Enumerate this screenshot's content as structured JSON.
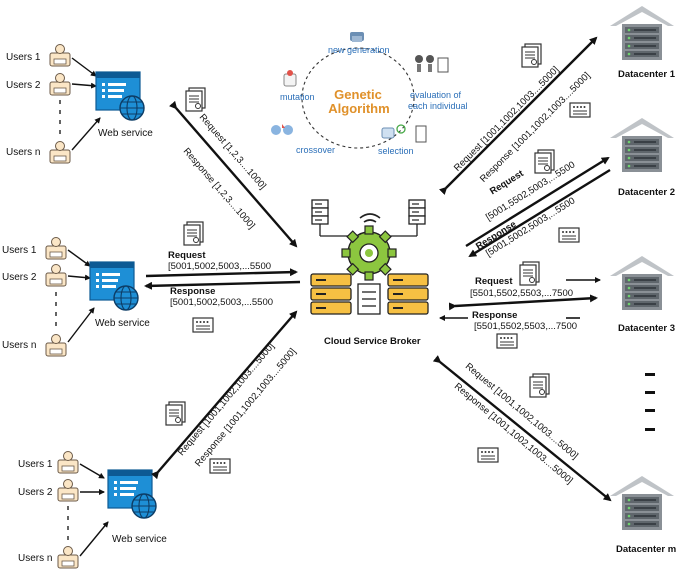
{
  "users": {
    "group1": [
      "Users 1",
      "Users 2",
      "Users n"
    ],
    "group2": [
      "Users 1",
      "Users 2",
      "Users n"
    ],
    "group3": [
      "Users 1",
      "Users 2",
      "Users n"
    ]
  },
  "web_service_label": "Web service",
  "broker_label": "Cloud Service Broker",
  "genetic_algorithm": {
    "title_line1": "Genetic",
    "title_line2": "Algorithm",
    "new_generation": "new generation",
    "mutation": "mutation",
    "evaluation_line1": "evaluation of",
    "evaluation_line2": "each individual",
    "crossover": "crossover",
    "selection": "selection"
  },
  "datacenters": [
    "Datacenter 1",
    "Datacenter 2",
    "Datacenter 3",
    "Datacenter m"
  ],
  "flows": {
    "ws1_request": "Request [1,2,3....1000]",
    "ws1_response": "Response [1,2,3....1000]",
    "ws2_request_l1": "Request",
    "ws2_request_l2": "[5001,5002,5003,...5500",
    "ws2_response_l1": "Response",
    "ws2_response_l2": "[5001,5002,5003,...5500",
    "ws3_request": "Request [1001,1002,1003....5000]",
    "ws3_response": "Response [1001,1002,1003....5000]",
    "dc1_request": "Request [1001,1002,1003....5000]",
    "dc1_response": "Response [1001,1002,1003....5000]",
    "dc2_request_l1": "Request",
    "dc2_request_l2": "[5001,5502,5003,...5500",
    "dc2_response_l1": "Response",
    "dc2_response_l2": "[5001,5002,5003,...5500",
    "dc3_request_l1": "Request",
    "dc3_request_l2": "[5501,5502,5503,...7500",
    "dc3_response_l1": "Response",
    "dc3_response_l2": "[5501,5502,5503,...7500",
    "dcm_request": "Request [1001,1002,1003....5000]",
    "dcm_response": "Response [1001,1002,1003....5000]"
  },
  "colors": {
    "accent_blue": "#1e8fd6",
    "gear_green": "#8cc63f",
    "server_yellow": "#f6c043",
    "server_gray": "#8a9096",
    "roof_gray": "#bfc3c7",
    "ga_orange": "#e0912a"
  },
  "icons": [
    "user-icon",
    "web-service-icon",
    "document-icon",
    "certificate-icon",
    "datacenter-icon",
    "gear-icon",
    "server-icon"
  ]
}
